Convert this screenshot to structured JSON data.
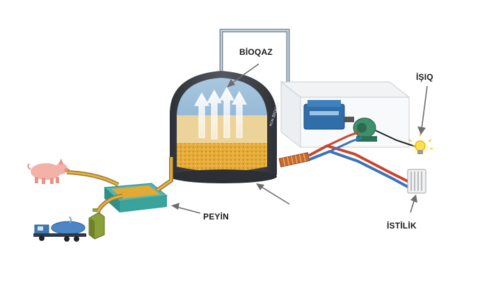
{
  "labels": {
    "biogas": "BİOQAZ",
    "light": "İŞIQ",
    "heating": "İSTİLİK",
    "fertilizer": "PEYİN"
  },
  "tank_text": "ксм BIOGAS",
  "colors": {
    "dome": "#8fb7d6",
    "gas_layer": "#e9cf93",
    "slurry": "#e2a934",
    "tank_wall": "#3f434a",
    "pipe_blue": "#3b73b8",
    "pipe_red": "#c8462c",
    "mix_pit": "#4fb6b0",
    "generator": "#2f6ea8",
    "arrow": "#6d6d6d"
  }
}
